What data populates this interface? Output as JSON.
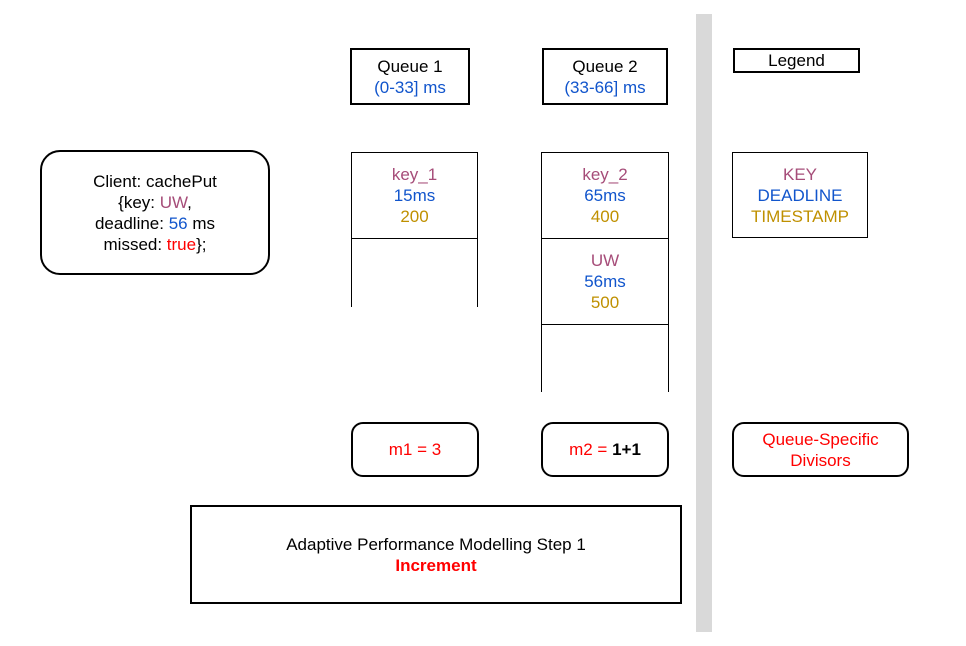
{
  "client": {
    "line1": "Client: cachePut",
    "key_prefix": "{key: ",
    "key_value": "UW",
    "key_suffix": ",",
    "deadline_prefix": "deadline: ",
    "deadline_value": "56",
    "deadline_suffix": " ms",
    "missed_prefix": "missed: ",
    "missed_value": "true",
    "missed_suffix": "};"
  },
  "queues": [
    {
      "title": "Queue 1",
      "range": "(0-33] ms",
      "entries": [
        {
          "key": "key_1",
          "deadline": "15ms",
          "timestamp": "200"
        }
      ],
      "divisor_prefix": "m1 = ",
      "divisor_value": "3"
    },
    {
      "title": "Queue 2",
      "range": "(33-66] ms",
      "entries": [
        {
          "key": "key_2",
          "deadline": "65ms",
          "timestamp": "400"
        },
        {
          "key": "UW",
          "deadline": "56ms",
          "timestamp": "500"
        }
      ],
      "divisor_prefix": "m2 = ",
      "divisor_value": "1+1"
    }
  ],
  "legend": {
    "title": "Legend",
    "key_label": "KEY",
    "deadline_label": "DEADLINE",
    "timestamp_label": "TIMESTAMP",
    "divisors_label": "Queue-Specific Divisors"
  },
  "step": {
    "title": "Adaptive Performance Modelling Step 1",
    "subtitle": "Increment"
  },
  "colors": {
    "key": "#a64d79",
    "deadline": "#1155cc",
    "timestamp": "#bf9000",
    "highlight": "#ff0000",
    "divider": "#d9d9d9"
  }
}
